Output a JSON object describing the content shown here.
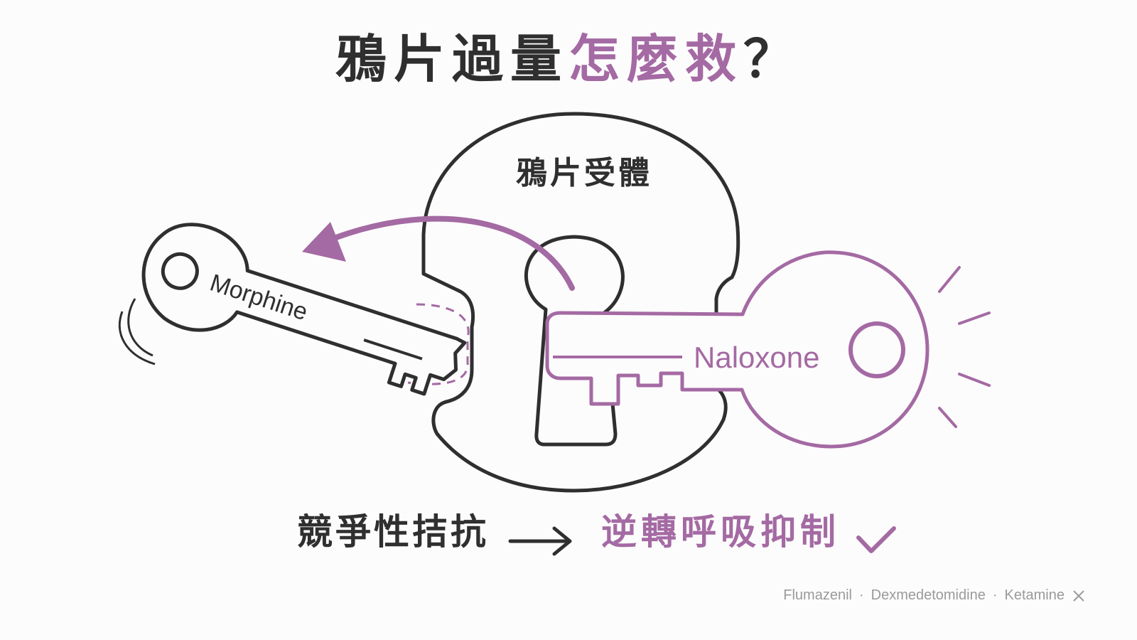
{
  "title": {
    "part1": "鴉片過量",
    "part2": "怎麼救",
    "part3": "？"
  },
  "receptor_label": "鴉片受體",
  "keys": {
    "morphine": "Morphine",
    "naloxone": "Naloxone"
  },
  "bottom": {
    "mechanism": "競爭性拮抗",
    "effect": "逆轉呼吸抑制"
  },
  "footer": {
    "items": [
      "Flumazenil",
      "Dexmedetomidine",
      "Ketamine"
    ],
    "separator": "·"
  },
  "colors": {
    "dark": "#2f2f2f",
    "accent": "#a46aa3",
    "footer_gray": "#9a9a9a"
  },
  "icons": {
    "arrow": "right-arrow-icon",
    "check": "checkmark-icon",
    "close": "close-x-icon"
  }
}
